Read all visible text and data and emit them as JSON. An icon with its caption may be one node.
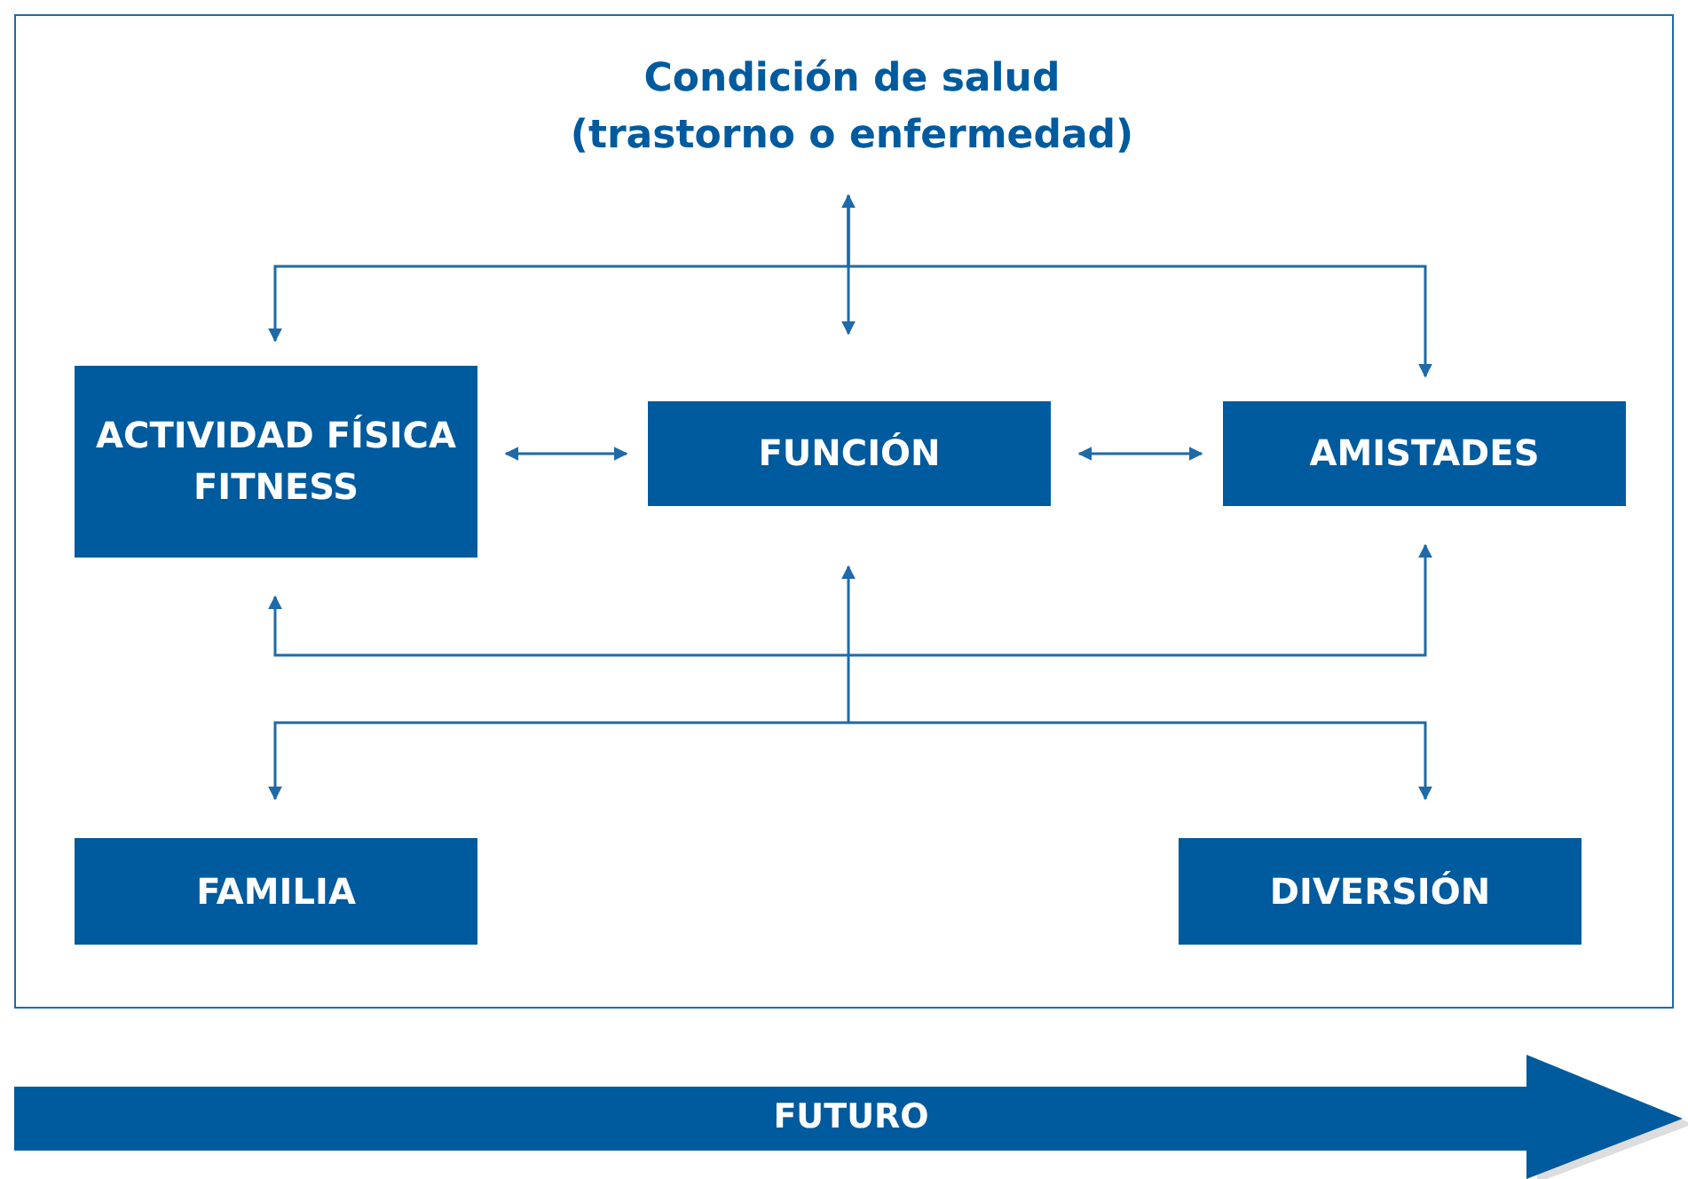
{
  "diagram": {
    "nodes": [
      {
        "text": [
          "Condición de salud (trastorno o enfermedad)"
        ]
      },
      {
        "text": [
          "ACTIVIDAD FÍSICA FITNESS"
        ]
      },
      {
        "text": [
          "FUNCIÓN"
        ]
      },
      {
        "text": [
          "AMISTADES"
        ]
      },
      {
        "text": [
          "FAMILIA"
        ]
      },
      {
        "text": [
          "DIVERSIÓN"
        ]
      },
      {
        "text": [
          "FUTURO"
        ]
      }
    ],
    "edges": [
      {
        "from": 0,
        "to": 1,
        "arrow": "to"
      },
      {
        "from": 0,
        "to": 2,
        "arrow": "both"
      },
      {
        "from": 0,
        "to": 3,
        "arrow": "to"
      },
      {
        "from": 1,
        "to": 2,
        "arrow": "both"
      },
      {
        "from": 2,
        "to": 3,
        "arrow": "both"
      },
      {
        "from": null,
        "to": 1,
        "arrow": "to"
      },
      {
        "from": null,
        "to": 3,
        "arrow": "to"
      },
      {
        "from": null,
        "to": 2,
        "arrow": "to"
      },
      {
        "from": null,
        "to": 4,
        "arrow": "to"
      },
      {
        "from": null,
        "to": 5,
        "arrow": "to"
      }
    ]
  }
}
